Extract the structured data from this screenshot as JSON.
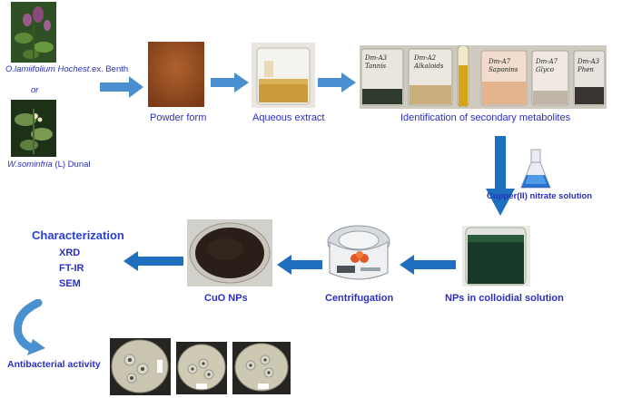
{
  "colors": {
    "label": "#2a2fc0",
    "title": "#2a3fd6",
    "arrow": "#4a90d0",
    "arrow_dark": "#1f6fbf"
  },
  "plants": {
    "plant1_name": "O.lamiifolium Hochest",
    "plant1_suffix": ".ex. Benth",
    "or_text": "or",
    "plant2_name": "W.sominfria",
    "plant2_suffix": " (L) Dunal"
  },
  "steps": {
    "powder": "Powder form",
    "aqueous": "Aqueous extract",
    "secondary": "Identification of secondary metabolites",
    "reagent": "Cupper(II) nitrate solution",
    "colloidal": "NPs in colloidial solution",
    "centrifugation": "Centrifugation",
    "cuo": "CuO NPs"
  },
  "characterization": {
    "title": "Characterization",
    "items": [
      "XRD",
      "FT-IR",
      "SEM"
    ]
  },
  "antibacterial": "Antibacterial activity",
  "jar_labels": {
    "jar1": [
      "Dm-A3",
      "Tannis"
    ],
    "jar2": [
      "Dm-A2",
      "Alkaloids"
    ],
    "jar3": [
      "Dm-A7",
      "Saponins"
    ],
    "jar4": [
      "Dm-A7",
      "Glyco"
    ],
    "jar5": [
      "Dm-A3",
      "Phen"
    ]
  },
  "icons": [
    "plant-photo-icon",
    "powder-photo-icon",
    "beaker-photo-icon",
    "flask-icon",
    "centrifuge-icon",
    "petri-dish-icon"
  ]
}
